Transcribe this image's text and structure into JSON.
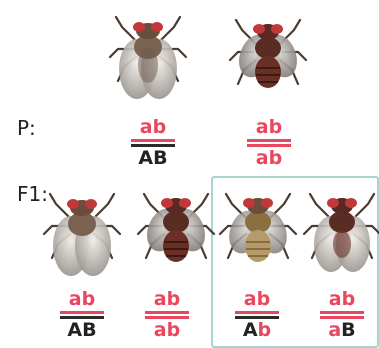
{
  "labels": {
    "p": "P:",
    "f1": "F1:"
  },
  "colors": {
    "red": "#e8475f",
    "dark": "#2a2a2a",
    "box": "#a8d4cf"
  },
  "p_generation": [
    {
      "fly": "gray-wild-type-fly",
      "top": "ab",
      "bottom": "AB"
    },
    {
      "fly": "dark-fly",
      "top": "ab",
      "bottom": "ab"
    }
  ],
  "f1_generation": [
    {
      "fly": "gray-wild-type-fly",
      "top": "ab",
      "bottom": "AB"
    },
    {
      "fly": "dark-fly",
      "top": "ab",
      "bottom": "ab"
    },
    {
      "fly": "gray-body-fly",
      "top": "ab",
      "bottom_first": "A",
      "bottom_second": "b"
    },
    {
      "fly": "dark-body-fly",
      "top": "ab",
      "bottom_first": "a",
      "bottom_second": "B"
    }
  ]
}
